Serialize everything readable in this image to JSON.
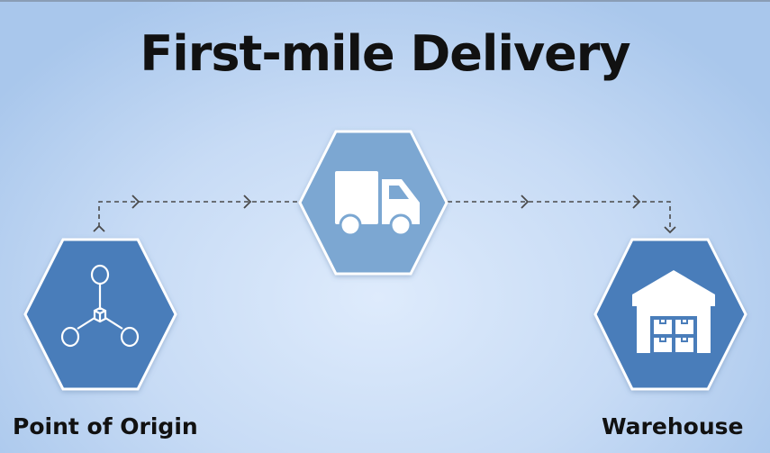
{
  "title": "First-mile Delivery",
  "nodes": [
    {
      "label": "Point of Origin",
      "icon": "network-hub-icon"
    },
    {
      "label": "",
      "icon": "truck-icon"
    },
    {
      "label": "Warehouse",
      "icon": "warehouse-icon"
    }
  ],
  "colors": {
    "node_dark": "#4a7dba",
    "node_light": "#7ba7d2",
    "line": "#4a4a4a"
  }
}
